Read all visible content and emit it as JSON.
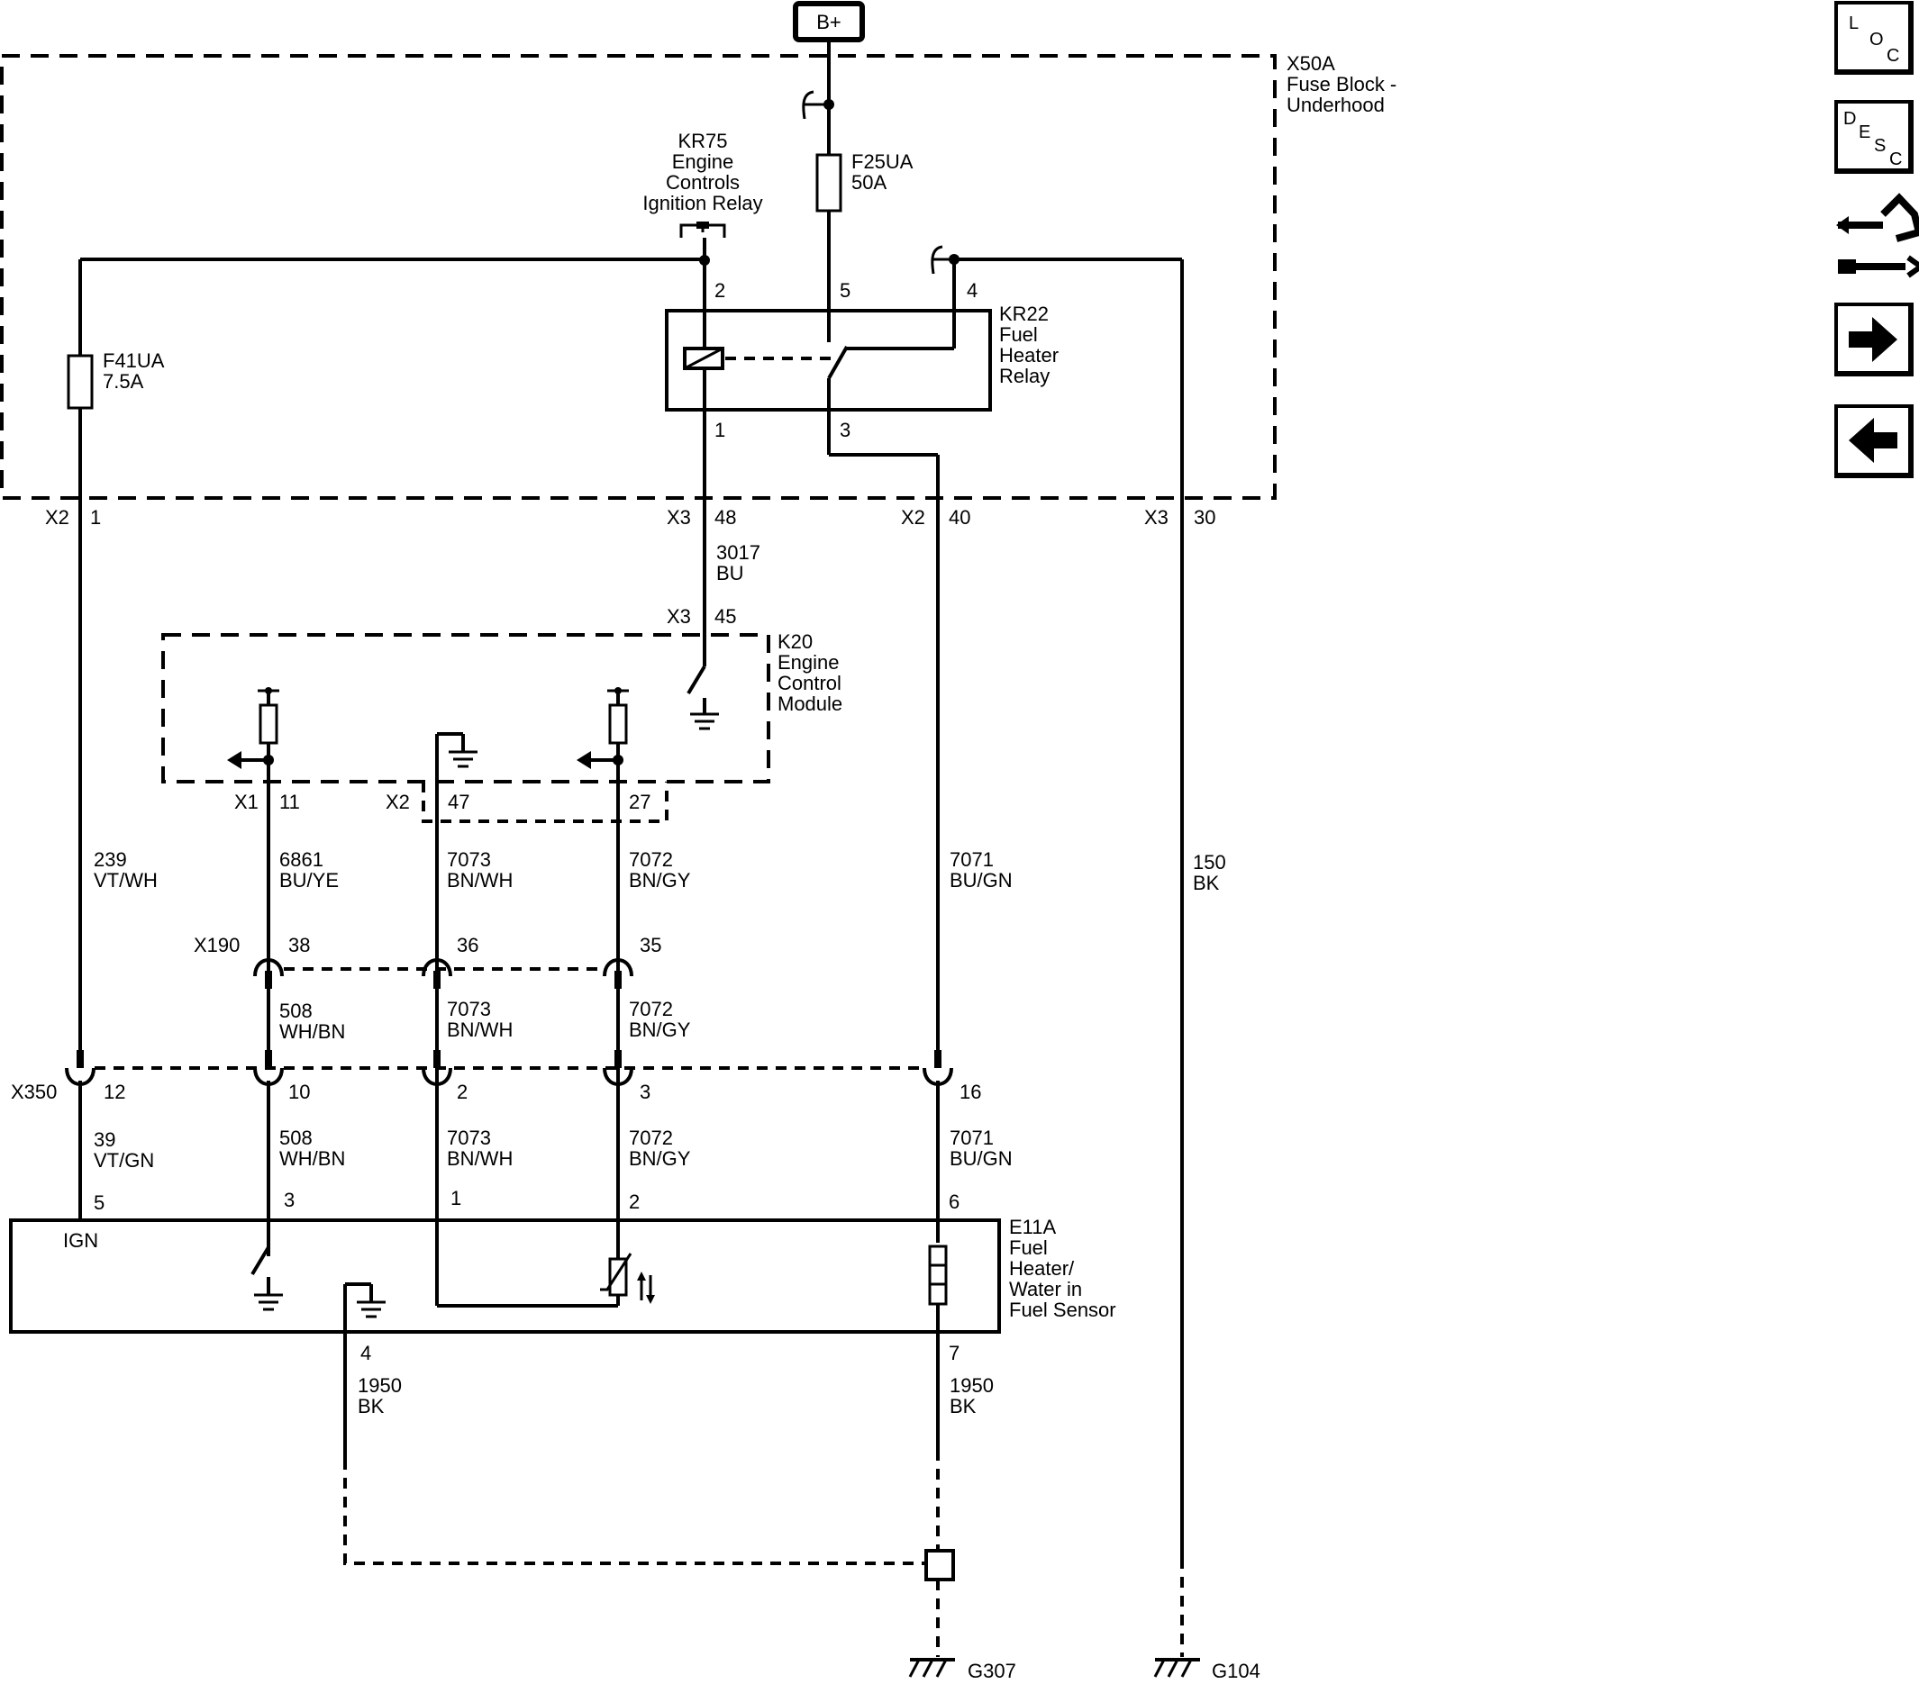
{
  "power": {
    "bplus": "B+"
  },
  "fuse_block": {
    "id": "X50A",
    "name_line1": "Fuse Block -",
    "name_line2": "Underhood"
  },
  "relay_kr75": {
    "id": "KR75",
    "l1": "Engine",
    "l2": "Controls",
    "l3": "Ignition Relay"
  },
  "fuse_f25ua": {
    "id": "F25UA",
    "rating": "50A"
  },
  "fuse_f41ua": {
    "id": "F41UA",
    "rating": "7.5A"
  },
  "relay_kr22": {
    "id": "KR22",
    "l1": "Fuel",
    "l2": "Heater",
    "l3": "Relay",
    "pin2": "2",
    "pin5": "5",
    "pin4": "4",
    "pin1": "1",
    "pin3": "3"
  },
  "fuse_block_pins": {
    "x2a": "X2",
    "x2a_pin": "1",
    "x3a": "X3",
    "x3a_pin": "48",
    "x2b": "X2",
    "x2b_pin": "40",
    "x3b": "X3",
    "x3b_pin": "30"
  },
  "wire_3017": {
    "num": "3017",
    "color": "BU"
  },
  "ecm": {
    "id": "K20",
    "l1": "Engine",
    "l2": "Control",
    "l3": "Module",
    "x3": "X3",
    "x3_pin": "45",
    "x1": "X1",
    "x1_pin": "11",
    "x2": "X2",
    "x2_pin47": "47",
    "x2_pin27": "27"
  },
  "wires_upper": [
    {
      "num": "239",
      "color": "VT/WH"
    },
    {
      "num": "6861",
      "color": "BU/YE"
    },
    {
      "num": "7073",
      "color": "BN/WH"
    },
    {
      "num": "7072",
      "color": "BN/GY"
    },
    {
      "num": "7071",
      "color": "BU/GN"
    },
    {
      "num": "150",
      "color": "BK"
    }
  ],
  "x190": {
    "id": "X190",
    "pins": [
      "38",
      "36",
      "35"
    ]
  },
  "wires_mid": [
    {
      "num": "508",
      "color": "WH/BN"
    },
    {
      "num": "7073",
      "color": "BN/WH"
    },
    {
      "num": "7072",
      "color": "BN/GY"
    }
  ],
  "x350": {
    "id": "X350",
    "pins": [
      "12",
      "10",
      "2",
      "3",
      "16"
    ]
  },
  "wires_lower": [
    {
      "num": "39",
      "color": "VT/GN"
    },
    {
      "num": "508",
      "color": "WH/BN"
    },
    {
      "num": "7073",
      "color": "BN/WH"
    },
    {
      "num": "7072",
      "color": "BN/GY"
    },
    {
      "num": "7071",
      "color": "BU/GN"
    }
  ],
  "sensor": {
    "id": "E11A",
    "l1": "Fuel",
    "l2": "Heater/",
    "l3": "Water in",
    "l4": "Fuel Sensor",
    "ign": "IGN",
    "pins_top": [
      "5",
      "3",
      "1",
      "2",
      "6"
    ],
    "pin_bottom_left": "4",
    "pin_bottom_right": "7"
  },
  "wire_1950a": {
    "num": "1950",
    "color": "BK"
  },
  "wire_1950b": {
    "num": "1950",
    "color": "BK"
  },
  "grounds": {
    "g307": "G307",
    "g104": "G104"
  },
  "nav": {
    "loc": {
      "l": "L",
      "o": "O",
      "c": "C"
    },
    "desc": {
      "d": "D",
      "e": "E",
      "s": "S",
      "c": "C"
    },
    "icons": [
      "schematic-connector-icon",
      "next-arrow-icon",
      "previous-arrow-icon"
    ]
  }
}
